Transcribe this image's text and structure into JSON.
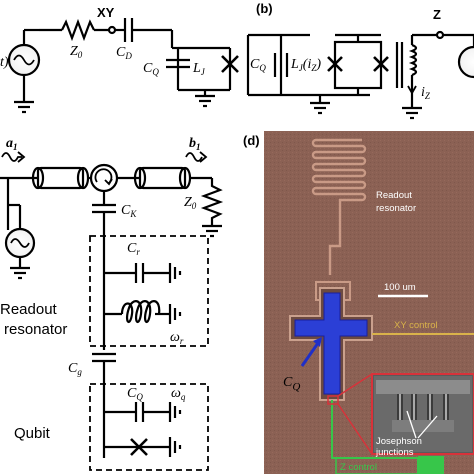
{
  "panel_a": {
    "labels": {
      "source_t": "t)",
      "xy": "XY",
      "z0": "Z",
      "z0_sub": "0",
      "cd": "C",
      "cd_sub": "D",
      "cq": "C",
      "cq_sub": "Q",
      "lj": "L",
      "lj_sub": "J"
    }
  },
  "panel_b": {
    "tag": "(b)",
    "labels": {
      "cq": "C",
      "cq_sub": "Q",
      "lj": "L",
      "lj_sub": "J",
      "lj_arg": "(i",
      "lj_arg_sub": "Z",
      "lj_close": ")",
      "z": "Z",
      "iz": "i",
      "iz_sub": "Z"
    }
  },
  "panel_c": {
    "labels": {
      "a1": "a",
      "a1_sub": "1",
      "b1": "b",
      "b1_sub": "1",
      "ck": "C",
      "ck_sub": "K",
      "z0": "Z",
      "z0_sub": "0",
      "cr": "C",
      "cr_sub": "r",
      "omega_r": "ω",
      "omega_r_sub": "r",
      "cg": "C",
      "cg_sub": "g",
      "cq": "C",
      "cq_sub": "Q",
      "omega_q": "ω",
      "omega_q_sub": "q",
      "readout_line1": "Readout",
      "readout_line2": "resonator",
      "qubit": "Qubit"
    }
  },
  "panel_d": {
    "tag": "(d)",
    "labels": {
      "readout_line1": "Readout",
      "readout_line2": "resonator",
      "scale": "100 um",
      "xy_control": "XY control",
      "cq": "C",
      "cq_sub": "Q",
      "jj_line1": "Josephson",
      "jj_line2": "junctions",
      "z_control": "Z control"
    },
    "colors": {
      "substrate": "#8a5f52",
      "qubit_fill": "#2b3fd6",
      "xy_line": "#d9b24a",
      "z_line": "#37c64a",
      "zoom_box": "#d8323a",
      "arrow": "#1f2fc8"
    }
  }
}
